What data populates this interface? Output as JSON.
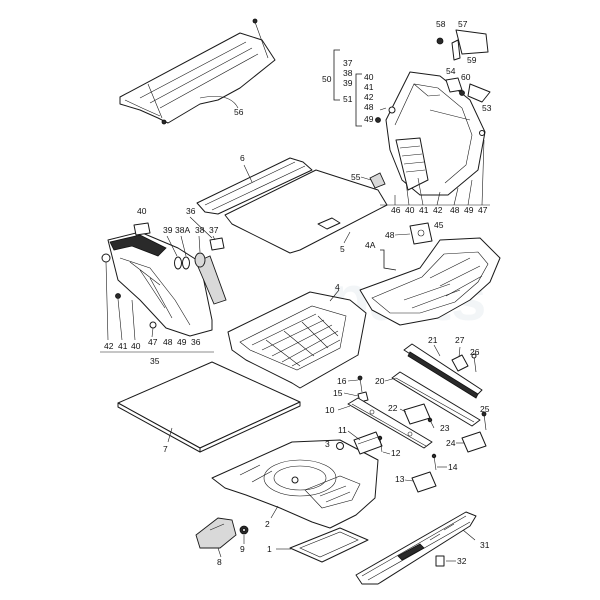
{
  "diagram": {
    "watermark": "parts",
    "labels": {
      "l58": "58",
      "l57": "57",
      "l59": "59",
      "l54": "54",
      "l60": "60",
      "l53": "53",
      "l50": "50",
      "l37a": "37",
      "l38a": "38",
      "l39a": "39",
      "l51": "51",
      "l40a": "40",
      "l41a": "41",
      "l42a": "42",
      "l48a": "48",
      "l49a": "49",
      "l56": "56",
      "l6": "6",
      "l55": "55",
      "l46": "46",
      "l40b": "40",
      "l41b": "41",
      "l42b": "42",
      "l48b": "48",
      "l49b": "49",
      "l47b": "47",
      "l45": "45",
      "l40c": "40",
      "l36": "36",
      "l39c": "39",
      "l38Ac": "38A",
      "l38c": "38",
      "l37c": "37",
      "l5": "5",
      "l48d": "48",
      "l4A": "4A",
      "l4": "4",
      "l42e": "42",
      "l41e": "41",
      "l40e": "40",
      "l47e": "47",
      "l48e": "48",
      "l49e": "49",
      "l36e": "36",
      "l35": "35",
      "l21": "21",
      "l27": "27",
      "l26": "26",
      "l16": "16",
      "l15": "15",
      "l20": "20",
      "l22": "22",
      "l25": "25",
      "l10": "10",
      "l23": "23",
      "l7": "7",
      "l11": "11",
      "l24": "24",
      "l3": "3",
      "l12": "12",
      "l14": "14",
      "l13": "13",
      "l2": "2",
      "l8": "8",
      "l9": "9",
      "l1": "1",
      "l31": "31",
      "l32": "32"
    }
  }
}
